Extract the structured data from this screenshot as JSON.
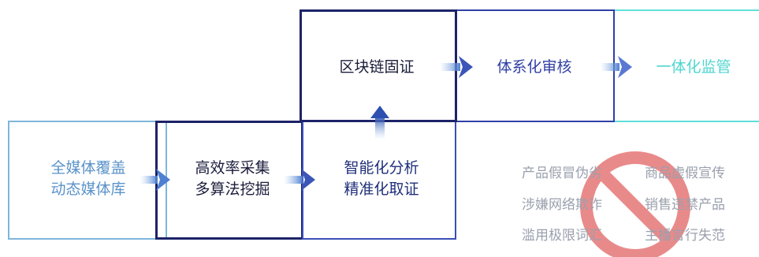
{
  "flow": {
    "bottom_row": [
      {
        "line1": "全媒体覆盖",
        "line2": "动态媒体库",
        "color": "#5b93c9"
      },
      {
        "line1": "高效率采集",
        "line2": "多算法挖掘",
        "color": "#1a1d3a"
      },
      {
        "line1": "智能化分析",
        "line2": "精准化取证",
        "color": "#1f2f7a"
      }
    ],
    "top_row": [
      {
        "label": "区块链固证",
        "color": "#1a1d3a"
      },
      {
        "label": "体系化审核",
        "color": "#2f3fa5"
      },
      {
        "label": "一体化监管",
        "color": "#4fd6cf"
      }
    ]
  },
  "violations": {
    "items": [
      [
        "产品假冒伪劣",
        "商品虚假宣传"
      ],
      [
        "涉嫌网络欺诈",
        "销售违禁产品"
      ],
      [
        "滥用极限词汇",
        "主播言行失范"
      ]
    ],
    "prohibition_color": "#e05a5a"
  }
}
